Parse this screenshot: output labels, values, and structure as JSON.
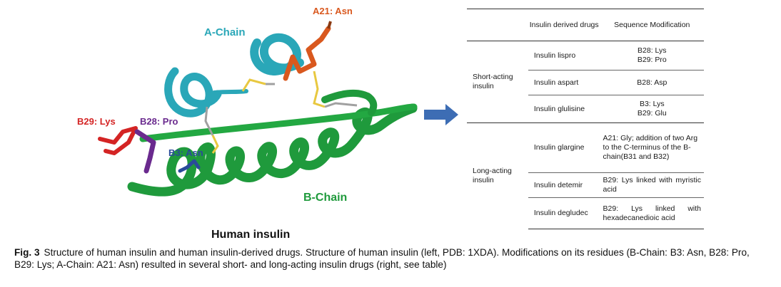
{
  "figure": {
    "labels": {
      "a_chain": "A-Chain",
      "a21": "A21: Asn",
      "b29": "B29: Lys",
      "b28": "B28: Pro",
      "b3": "B3: Asn",
      "b_chain": "B-Chain"
    },
    "title": "Human insulin",
    "colors": {
      "a_chain": "#2aa7b8",
      "b_chain": "#1f9a3c",
      "a21": "#d9581e",
      "b29": "#d42424",
      "b28": "#6a2a8e",
      "b3": "#2a4a9a",
      "disulfide": "#e8c840",
      "arrow": "#3d6db4"
    }
  },
  "table": {
    "headers": [
      "Insulin derived drugs",
      "Sequence Modification"
    ],
    "groups": [
      {
        "name": "Short-acting insulin",
        "rows": [
          {
            "drug": "Insulin lispro",
            "mod": "B28: Lys\nB29: Pro"
          },
          {
            "drug": "Insulin aspart",
            "mod": "B28: Asp"
          },
          {
            "drug": "Insulin glulisine",
            "mod": "B3: Lys\nB29: Glu"
          }
        ]
      },
      {
        "name": "Long-acting insulin",
        "rows": [
          {
            "drug": "Insulin glargine",
            "mod": "A21: Gly; addition of two Arg to the C-terminus of the B-chain(B31 and B32)"
          },
          {
            "drug": "Insulin detemir",
            "mod": "B29: Lys linked with myristic acid"
          },
          {
            "drug": "Insulin degludec",
            "mod": "B29: Lys linked with hexadecanedioic acid"
          }
        ]
      }
    ]
  },
  "caption": {
    "label": "Fig. 3",
    "text": "Structure of human insulin and human insulin-derived drugs. Structure of human insulin (left, PDB: 1XDA). Modifications on its residues (B-Chain: B3: Asn, B28: Pro, B29: Lys; A-Chain: A21: Asn) resulted in several short- and long-acting insulin drugs (right, see table)"
  }
}
